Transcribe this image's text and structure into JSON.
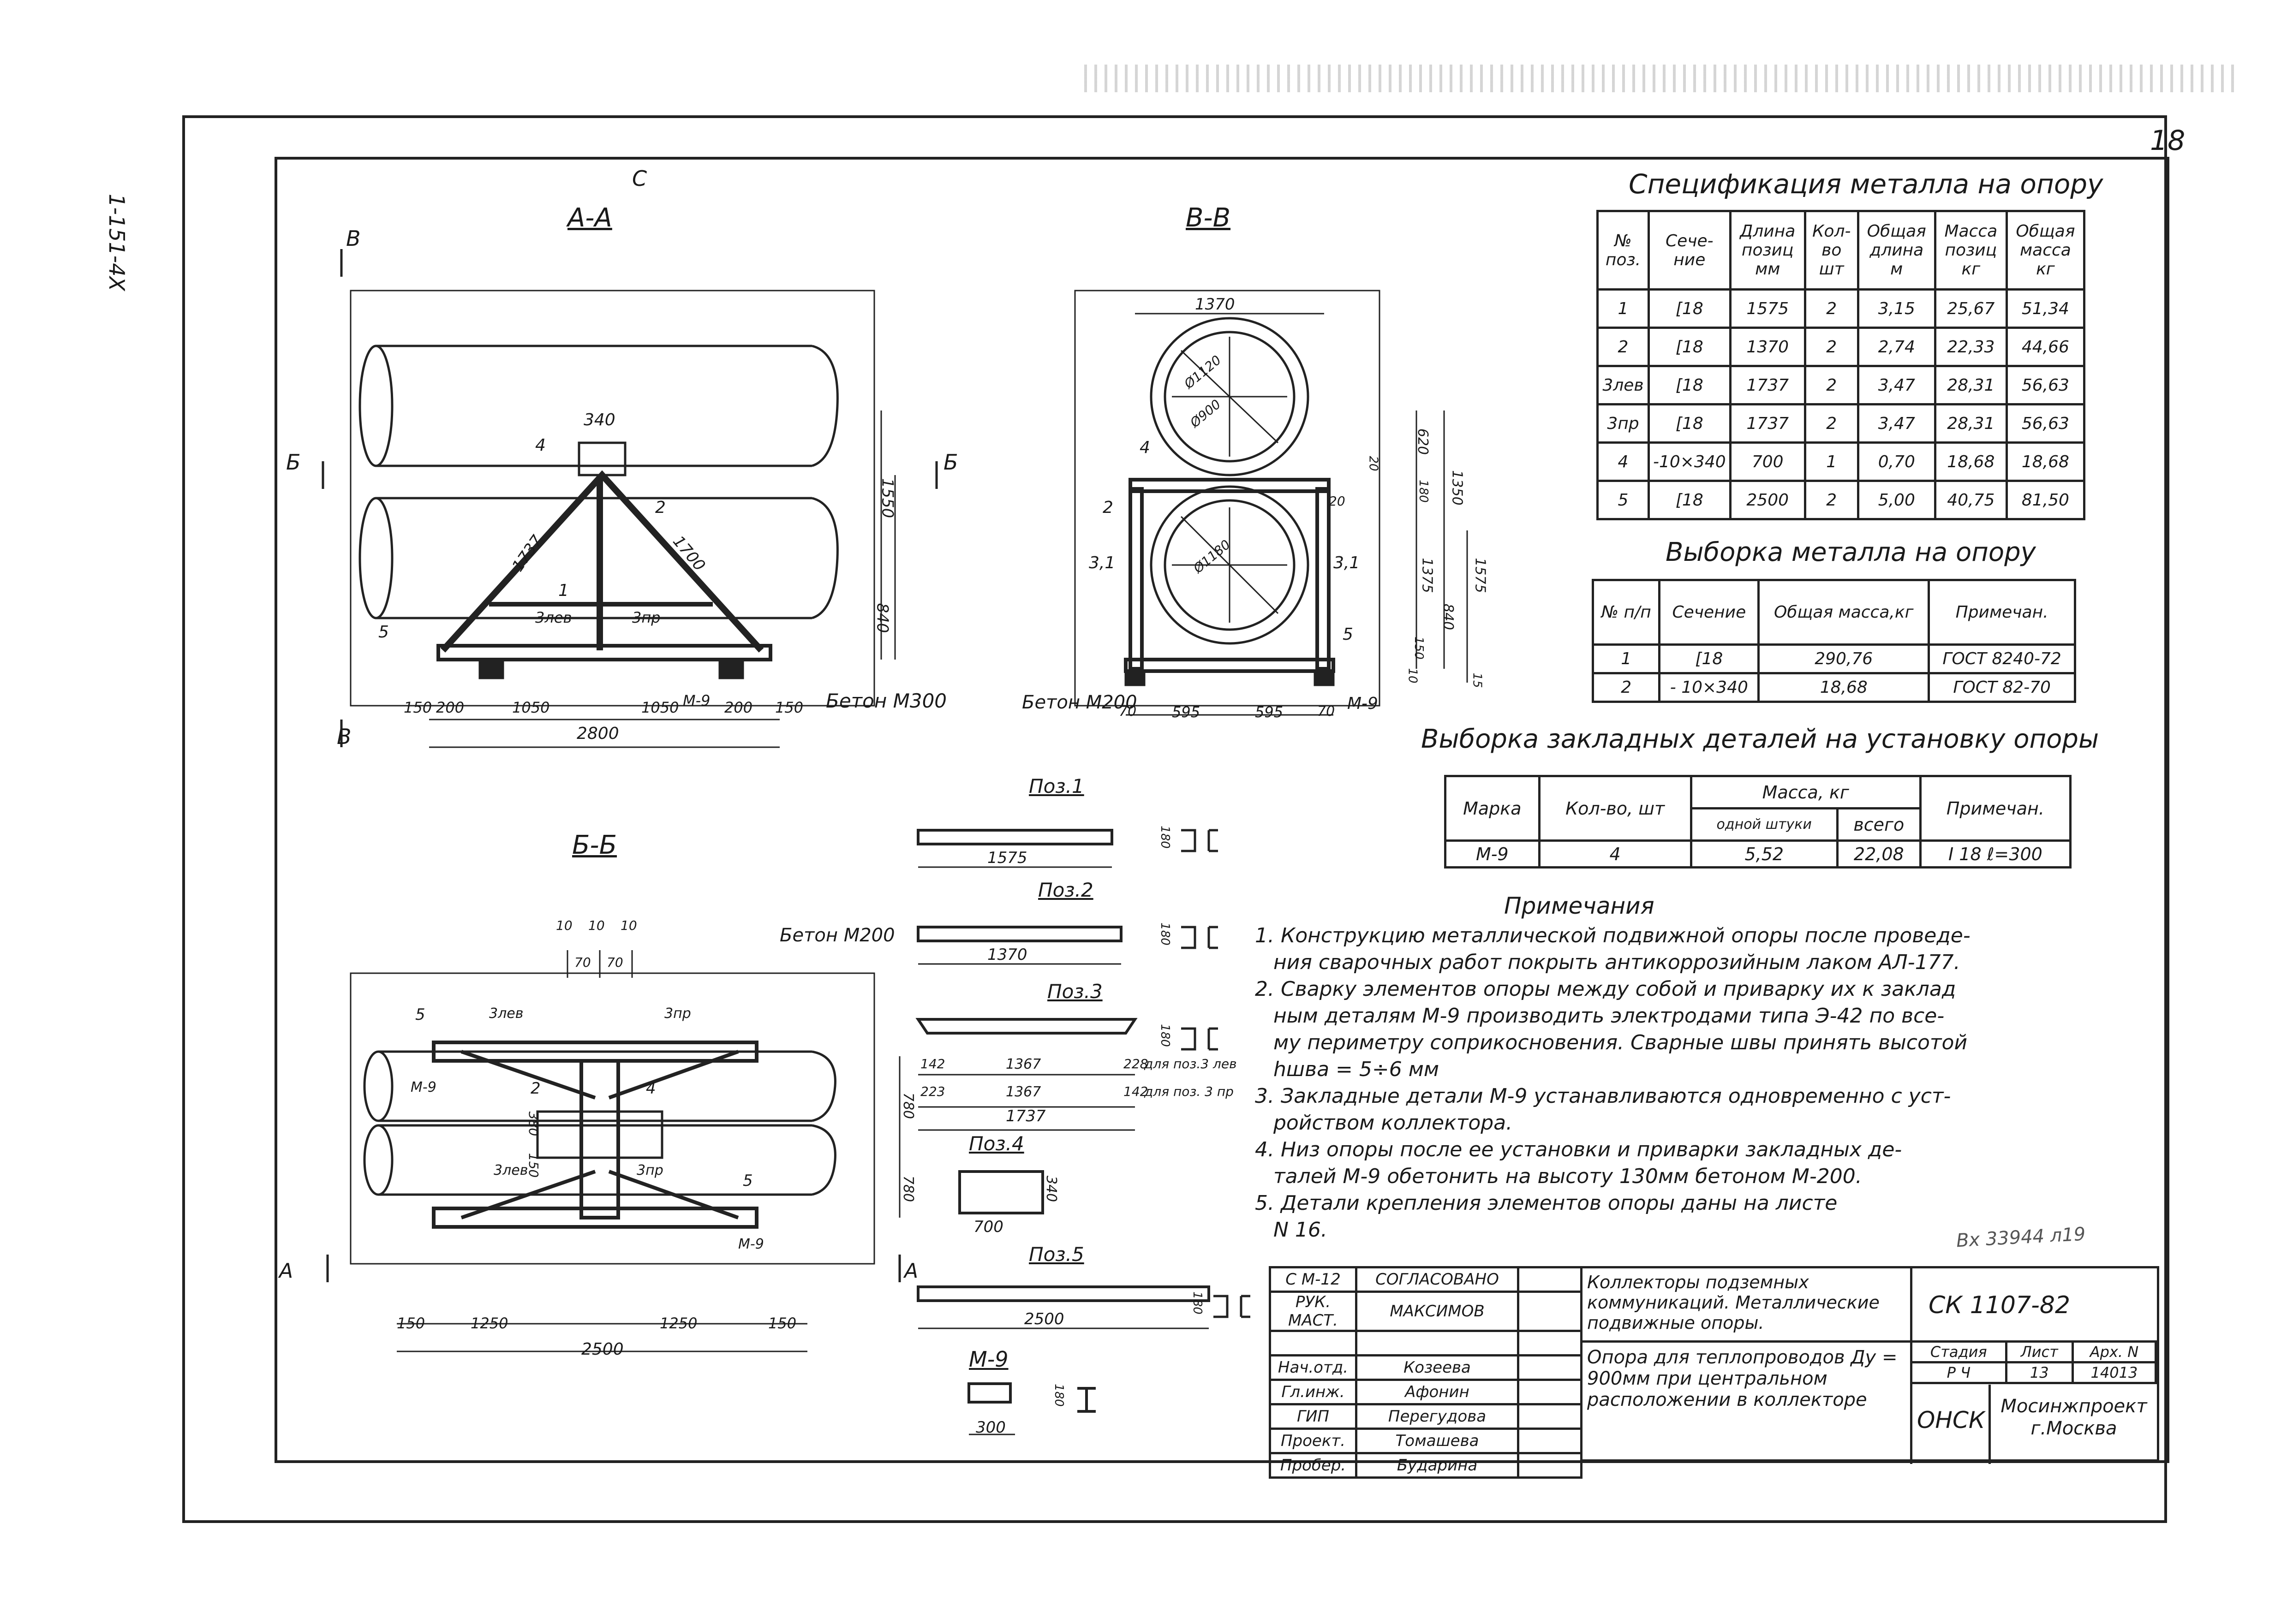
{
  "page": {
    "sheet_number": "18",
    "side_code": "1-151-4Х",
    "corner_mark": "С"
  },
  "views": {
    "aa": {
      "title": "А-А",
      "cut_labels": [
        "В",
        "В",
        "Б",
        "Б"
      ],
      "dims": [
        "340",
        "1737",
        "1700",
        "1550",
        "840",
        "150",
        "200",
        "1050",
        "1050",
        "200",
        "150",
        "2800"
      ],
      "labels": [
        "4",
        "2",
        "1",
        "3лев",
        "3пр",
        "5",
        "М-9",
        "Бетон М300"
      ]
    },
    "bb_v": {
      "title": "В-В",
      "dims": [
        "1370",
        "Ø1120",
        "Ø900",
        "Ø1180",
        "620",
        "1350",
        "1375",
        "840",
        "1575",
        "20",
        "180",
        "20",
        "150",
        "10",
        "15",
        "70",
        "595",
        "595",
        "70"
      ],
      "labels": [
        "4",
        "2",
        "3,1",
        "3,1",
        "5",
        "Бетон М200",
        "М-9"
      ]
    },
    "bb_b": {
      "title": "Б-Б",
      "cut_labels": [
        "А",
        "А"
      ],
      "dims": [
        "10",
        "10",
        "10",
        "70",
        "70",
        "780",
        "780",
        "380",
        "150",
        "150",
        "1250",
        "1250",
        "150",
        "2500"
      ],
      "labels": [
        "5",
        "3лев",
        "3пр",
        "М-9",
        "2",
        "4",
        "3лев",
        "3пр",
        "5",
        "М-9",
        "Бетон М200"
      ]
    }
  },
  "positions": [
    {
      "title": "Поз.1",
      "length": "1575",
      "section": "180"
    },
    {
      "title": "Поз.2",
      "length": "1370",
      "section": "180"
    },
    {
      "title": "Поз.3",
      "length": "1737",
      "section": "180",
      "rows": [
        "142",
        "1367",
        "228",
        "223",
        "1367",
        "142",
        "для поз.3 лев",
        "для поз. 3 пр"
      ]
    },
    {
      "title": "Поз.4",
      "length": "700",
      "section": "340"
    },
    {
      "title": "Поз.5",
      "length": "2500",
      "section": "180"
    },
    {
      "title": "М-9",
      "length": "300",
      "section": "180"
    }
  ],
  "spec_metal": {
    "title": "Спецификация металла на опору",
    "headers": [
      "№ поз.",
      "Сече-ние",
      "Длина позиц мм",
      "Кол-во шт",
      "Общая длина м",
      "Масса позиц кг",
      "Общая масса кг"
    ],
    "rows": [
      [
        "1",
        "[18",
        "1575",
        "2",
        "3,15",
        "25,67",
        "51,34"
      ],
      [
        "2",
        "[18",
        "1370",
        "2",
        "2,74",
        "22,33",
        "44,66"
      ],
      [
        "3лев",
        "[18",
        "1737",
        "2",
        "3,47",
        "28,31",
        "56,63"
      ],
      [
        "3пр",
        "[18",
        "1737",
        "2",
        "3,47",
        "28,31",
        "56,63"
      ],
      [
        "4",
        "-10×340",
        "700",
        "1",
        "0,70",
        "18,68",
        "18,68"
      ],
      [
        "5",
        "[18",
        "2500",
        "2",
        "5,00",
        "40,75",
        "81,50"
      ]
    ]
  },
  "metal_selection": {
    "title": "Выборка металла на опору",
    "headers": [
      "№ п/п",
      "Сечение",
      "Общая масса,кг",
      "Примечан."
    ],
    "rows": [
      [
        "1",
        "[18",
        "290,76",
        "ГОСТ 8240-72"
      ],
      [
        "2",
        "- 10×340",
        "18,68",
        "ГОСТ 82-70"
      ]
    ]
  },
  "embedded_selection": {
    "title": "Выборка закладных деталей на установку опоры",
    "headers": [
      "Марка",
      "Кол-во, шт",
      "Масса, кг",
      "Примечан."
    ],
    "subheaders": [
      "одной штуки",
      "всего"
    ],
    "rows": [
      [
        "М-9",
        "4",
        "5,52",
        "22,08",
        "I 18 ℓ=300"
      ]
    ]
  },
  "notes": {
    "title": "Примечания",
    "items": [
      "1. Конструкцию металлической подвижной опоры после проведе-",
      "ния сварочных работ покрыть антикоррозийным лаком АЛ-177.",
      "2. Сварку элементов опоры между собой и приварку их к заклад",
      "ным деталям М-9 производить электродами типа Э-42 по все-",
      "му периметру соприкосновения. Сварные швы принять высотой",
      "hшва = 5÷6 мм",
      "3. Закладные детали М-9 устанавливаются одновременно с уст-",
      "ройством коллектора.",
      "4. Низ опоры после ее установки и приварки закладных де-",
      "талей М-9 обетонить на высоту 130мм бетоном М-200.",
      "5. Детали крепления элементов опоры даны на листе",
      "N 16."
    ],
    "handwritten": "Вх 33944 л19"
  },
  "stamp": {
    "left": [
      [
        "С М-12",
        "СОГЛАСОВАНО"
      ],
      [
        "РУК. МАСТ.",
        "МАКСИМОВ"
      ],
      [
        "",
        ""
      ],
      [
        "Нач.отд.",
        "Козеева"
      ],
      [
        "Гл.инж.",
        "Афонин"
      ],
      [
        "ГИП",
        "Перегудова"
      ],
      [
        "Проект.",
        "Томашева"
      ],
      [
        "Пробер.",
        "Бударина"
      ]
    ],
    "project_title": "Коллекторы подземных коммуникаций. Металлические подвижные опоры.",
    "code": "СК 1107-82",
    "sheet_title": "Опора для теплопроводов Ду = 900мм при центральном расположении в коллекторе",
    "stage_label": "Стадия",
    "sheet_label": "Лист",
    "arch_label": "Арх. N",
    "stage": "Р Ч",
    "sheet": "13",
    "arch": "14013",
    "dept": "ОНСК",
    "org": "Мосинжпроект г.Москва"
  }
}
